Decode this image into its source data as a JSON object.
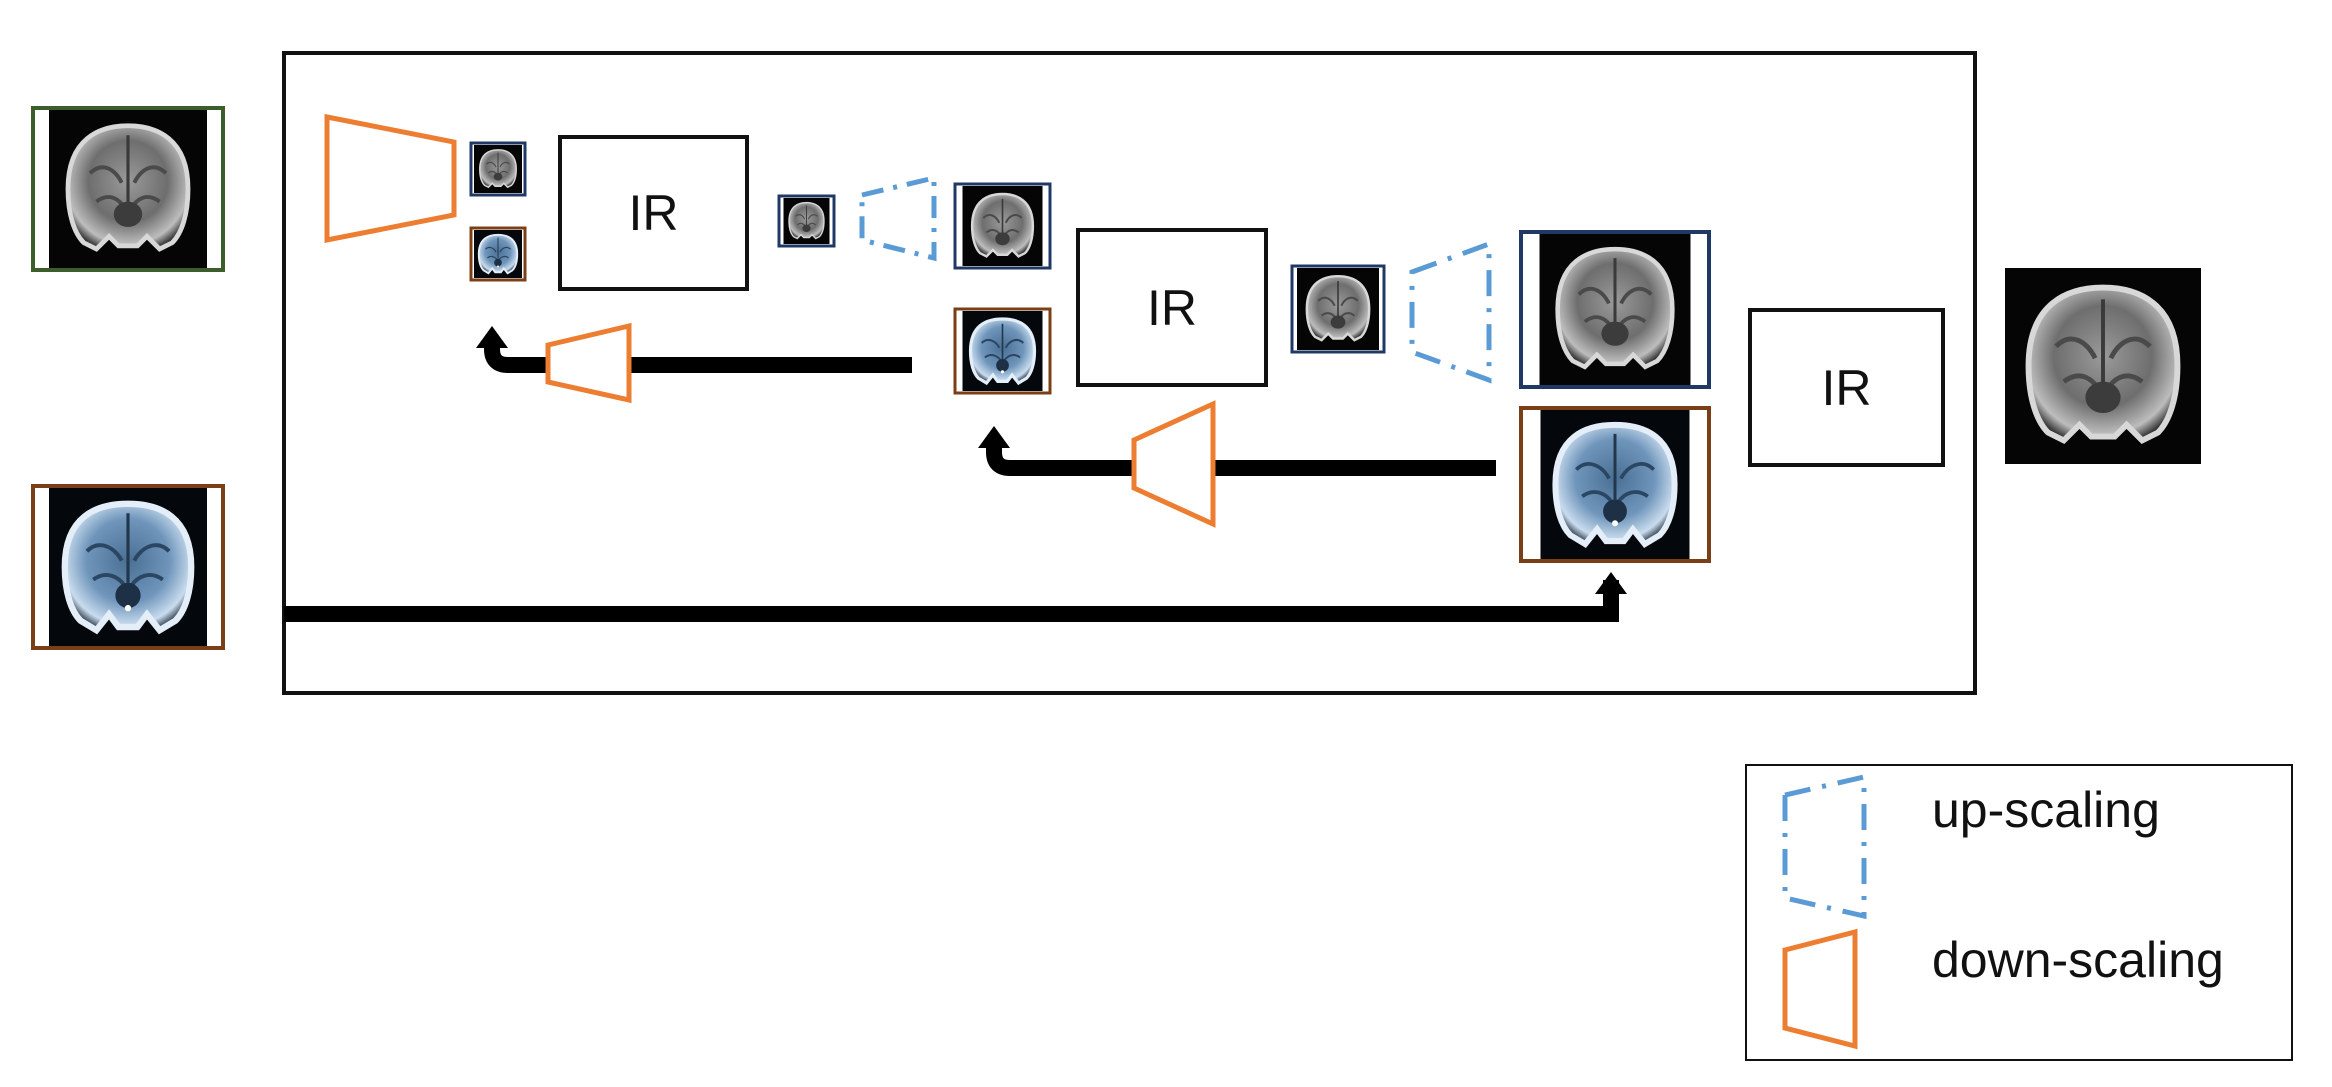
{
  "blocks": {
    "ir_label": "IR"
  },
  "legend": {
    "upscaling_label": "up-scaling",
    "downscaling_label": "down-scaling"
  },
  "colors": {
    "background": "#ffffff",
    "box_stroke": "#111111",
    "arrow": "#000000",
    "upscaling": "#5b9bd5",
    "downscaling": "#ed7d31",
    "gray_image_border_input": "#3b5e2c",
    "gray_image_border": "#1f3864",
    "blue_image_border": "#7b3f17",
    "gray_brain": "#8a8a8a",
    "blue_brain": "#8fb4d6"
  },
  "icons": {
    "input_gray": "brain-mri-gray-icon",
    "input_blue": "brain-mri-blue-icon",
    "output": "brain-mri-output-icon",
    "upscaling": "upscaling-trapezoid-icon",
    "downscaling": "downscaling-trapezoid-icon"
  }
}
